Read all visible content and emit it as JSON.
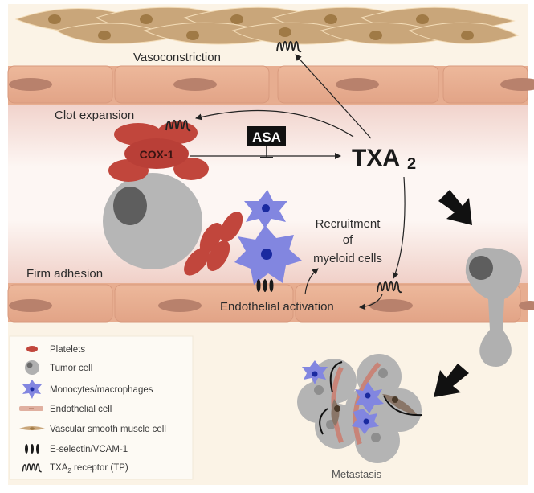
{
  "figure": {
    "title_labels": {
      "txa2_main": "TXA",
      "txa2_sub": "2",
      "asa": "ASA",
      "cox1": "COX-1"
    },
    "process_labels": {
      "vasoconstriction": "Vasoconstriction",
      "clot_expansion": "Clot expansion",
      "recruitment_line1": "Recruitment",
      "recruitment_line2": "of",
      "recruitment_line3": "myeloid cells",
      "firm_adhesion": "Firm adhesion",
      "endothelial_activation": "Endothelial activation",
      "metastasis": "Metastasis"
    },
    "legend": {
      "items": [
        {
          "icon": "platelet-icon",
          "label": "Platelets"
        },
        {
          "icon": "tumor-cell-icon",
          "label": "Tumor cell"
        },
        {
          "icon": "monocyte-icon",
          "label": "Monocytes/macrophages"
        },
        {
          "icon": "endothelial-cell-icon",
          "label": "Endothelial cell"
        },
        {
          "icon": "smooth-muscle-cell-icon",
          "label": "Vascular smooth muscle cell"
        },
        {
          "icon": "e-selectin-icon",
          "label": "E-selectin/VCAM-1"
        },
        {
          "icon": "tp-receptor-icon",
          "label_main": "TXA",
          "label_sub": "2",
          "label_rest": " receptor (TP)"
        }
      ]
    },
    "colors": {
      "background": "#fbf3e6",
      "smooth_muscle": "#c9a67a",
      "smooth_muscle_nucleus": "#a07a46",
      "endothelium": "#e6ab8e",
      "endothelium_nucleus": "#b8816c",
      "lumen_top": "#f3d9d3",
      "lumen_mid": "#fdf7f4",
      "platelet": "#c1463c",
      "tumor_cell": "#b4b4b4",
      "tumor_nucleus": "#5e5e5e",
      "monocyte": "#8286e0",
      "monocyte_nucleus": "#1a2aa0",
      "asa_box": "#111111"
    }
  }
}
